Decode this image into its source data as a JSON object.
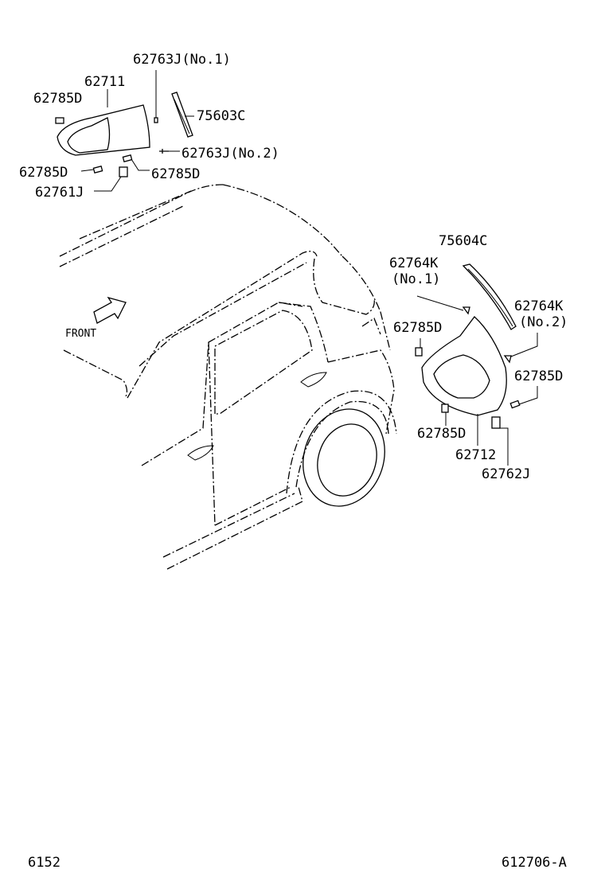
{
  "labels": {
    "p62763J_no1": "62763J(No.1)",
    "p62711": "62711",
    "p62785D_a": "62785D",
    "p75603C": "75603C",
    "p62763J_no2": "62763J(No.2)",
    "p62785D_b": "62785D",
    "p62785D_c": "62785D",
    "p62761J": "62761J",
    "p75604C": "75604C",
    "p62764K": "62764K",
    "p62764K_no1": "(No.1)",
    "p62764K_b": "62764K",
    "p62764K_no2": "(No.2)",
    "p62785D_d": "62785D",
    "p62785D_e": "62785D",
    "p62785D_f": "62785D",
    "p62712": "62712",
    "p62762J": "62762J",
    "front": "FRONT"
  },
  "footer": {
    "left_code": "6152",
    "right_code": "612706-A"
  }
}
